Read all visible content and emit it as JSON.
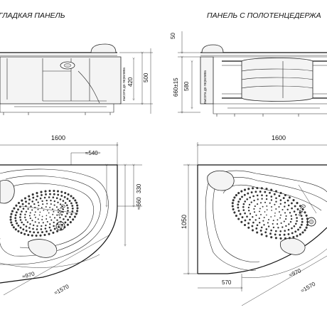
{
  "headings": {
    "left": "ГЛАДКАЯ ПАНЕЛЬ",
    "right": "ПАНЕЛЬ С ПОЛОТЕНЦЕДЕРЖА"
  },
  "side_left": {
    "dim_height_panel": "высота до перелива",
    "dim_420": "420",
    "dim_500": "500"
  },
  "side_right": {
    "dim_50": "50",
    "dim_580": "580",
    "dim_660": "660±15",
    "dim_label": "высота до перелива"
  },
  "plan_left": {
    "width": "1600",
    "d540": "≈540",
    "d330": "330",
    "d660": "≈660",
    "d470": "≈470",
    "d970": "≈970",
    "d1570": "≈1570"
  },
  "plan_right": {
    "width": "1600",
    "d1050": "1050",
    "d470": "≈470",
    "d570": "570",
    "d970": "≈970",
    "d1570": "≈1570"
  }
}
